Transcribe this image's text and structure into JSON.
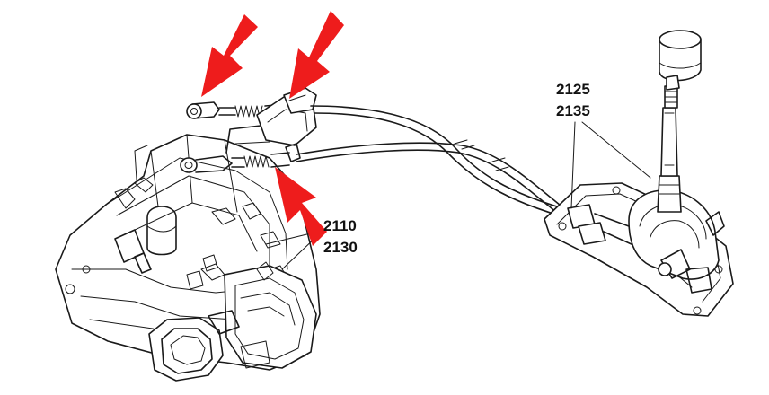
{
  "callouts": {
    "shifter_cables": [
      "2125",
      "2135"
    ],
    "gearbox_levers": [
      "2110",
      "2130"
    ]
  },
  "colors": {
    "arrow": "#ee1c1c",
    "ink": "#1a1a1a",
    "background": "#ffffff"
  }
}
